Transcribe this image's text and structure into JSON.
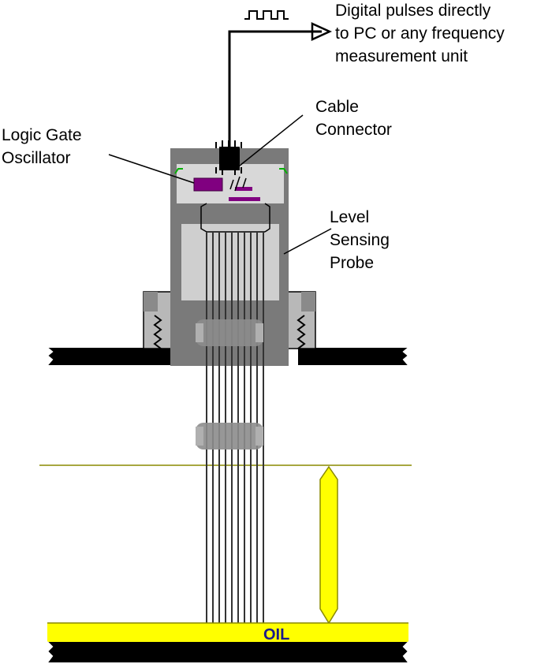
{
  "labels": {
    "output_line1": "Digital pulses directly",
    "output_line2": "to PC or any frequency",
    "output_line3": "measurement unit",
    "connector_line1": "Cable",
    "connector_line2": "Connector",
    "oscillator_line1": "Logic Gate",
    "oscillator_line2": "Oscillator",
    "probe_line1": "Level",
    "probe_line2": "Sensing",
    "probe_line3": "Probe",
    "oil": "OIL"
  },
  "colors": {
    "housing_dark": "#7a7a7a",
    "housing_light": "#cccccc",
    "board": "#d8d8d8",
    "chip_purple": "#800080",
    "connector": "#000000",
    "tank_wall": "#000000",
    "oil_yellow": "#ffff00",
    "level_line": "#8a8a00",
    "rods": "#333333",
    "clamp": "#8c8c8c",
    "seal_green": "#00b000"
  },
  "icons": {
    "pulse": "square-wave-icon",
    "arrow": "arrow-right-icon"
  }
}
